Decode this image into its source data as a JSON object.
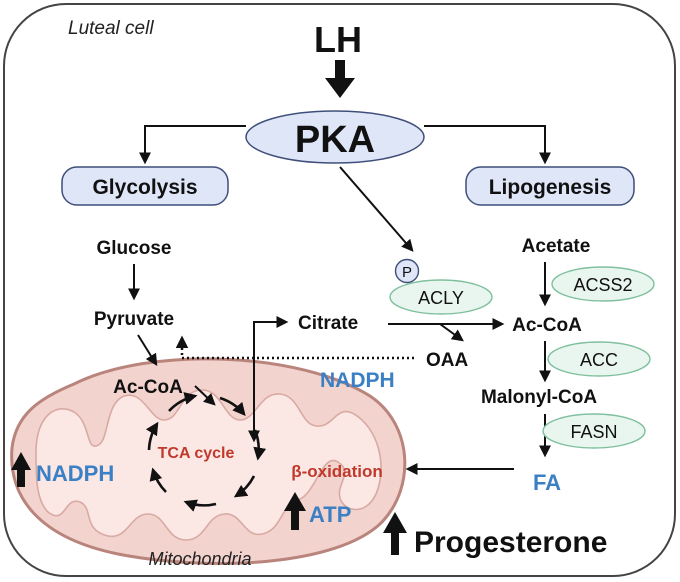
{
  "cell_label": "Luteal cell",
  "hormone": "LH",
  "kinase": "PKA",
  "branches": {
    "left": "Glycolysis",
    "right": "Lipogenesis"
  },
  "glycolysis": {
    "glucose": "Glucose",
    "pyruvate": "Pyruvate",
    "acetyl_coa": "Ac-CoA"
  },
  "lipogenesis": {
    "acetate": "Acetate",
    "acetyl_coa": "Ac-CoA",
    "malonyl_coa": "Malonyl-CoA",
    "fatty_acid": "FA"
  },
  "enzymes": {
    "phospho": "P",
    "acly": "ACLY",
    "acss2": "ACSS2",
    "acc": "ACC",
    "fasn": "FASN"
  },
  "metabolites": {
    "citrate": "Citrate",
    "oaa": "OAA",
    "nadph_cytosol": "NADPH"
  },
  "mitochondria": {
    "label": "Mitochondria",
    "tca": "TCA cycle",
    "beta_oxidation": "β-oxidation",
    "nadph": "NADPH",
    "atp": "ATP"
  },
  "output": "Progesterone",
  "colors": {
    "pill_fill": "#dfe6f8",
    "pill_stroke": "#3f4f7a",
    "enzyme_fill": "#e9f6ef",
    "enzyme_stroke": "#7fbf9e",
    "mito_fill": "#f2d3ce",
    "mito_stroke": "#b9847c",
    "blue_text": "#3b7fc4",
    "red_text": "#c0392b"
  }
}
